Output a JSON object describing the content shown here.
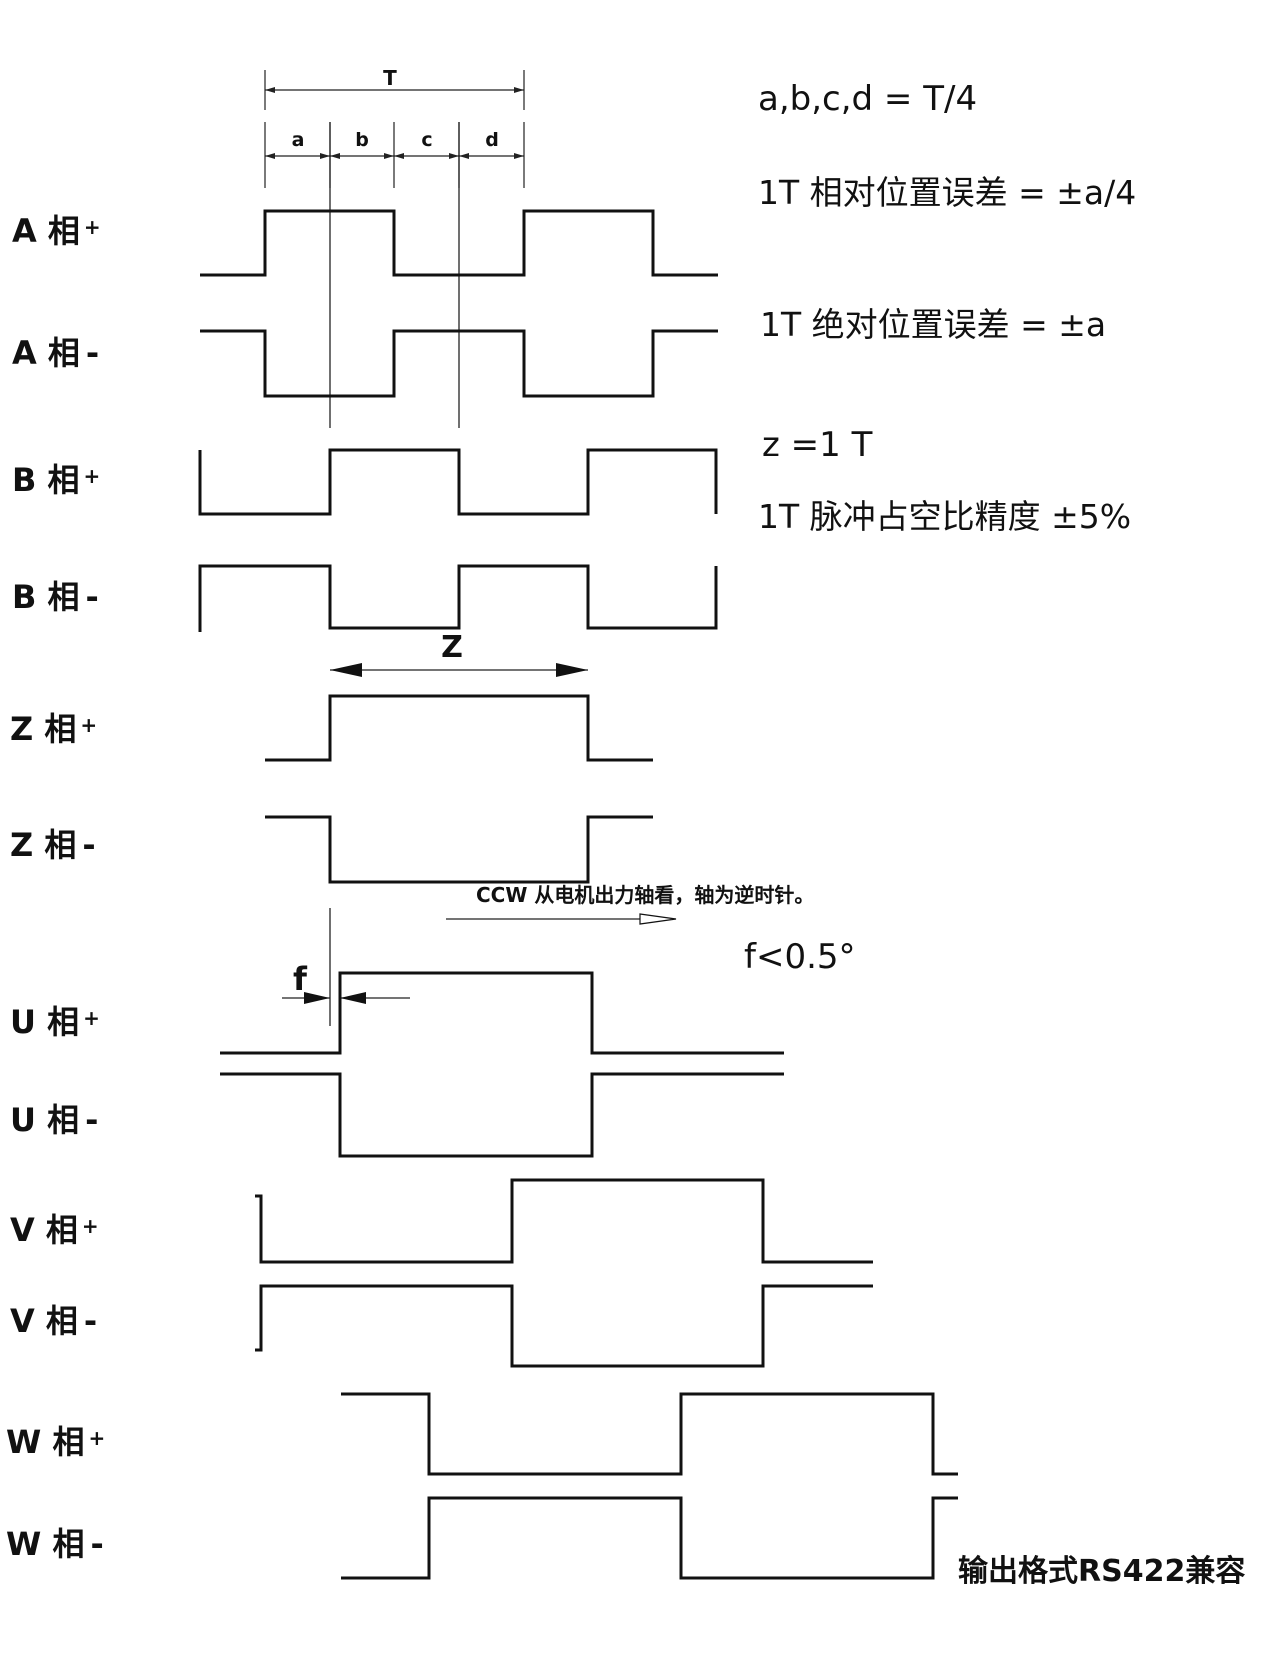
{
  "signals": [
    {
      "label": "A 相",
      "sign": "+"
    },
    {
      "label": "A 相",
      "sign": "-"
    },
    {
      "label": "B 相",
      "sign": "+"
    },
    {
      "label": "B 相",
      "sign": "-"
    },
    {
      "label": "Z 相",
      "sign": "+"
    },
    {
      "label": "Z 相",
      "sign": "-"
    },
    {
      "label": "U 相",
      "sign": "+"
    },
    {
      "label": "U 相",
      "sign": "-"
    },
    {
      "label": "V 相",
      "sign": "+"
    },
    {
      "label": "V 相",
      "sign": "-"
    },
    {
      "label": "W 相",
      "sign": "+"
    },
    {
      "label": "W 相",
      "sign": "-"
    }
  ],
  "dimensions": {
    "period": "T",
    "quarters": [
      "a",
      "b",
      "c",
      "d"
    ],
    "z_width": "Z",
    "f_offset": "f"
  },
  "notes": {
    "quarter_eq": "a,b,c,d = T/4",
    "relative_error": "1T 相对位置误差 = ±a/4",
    "absolute_error": "1T 绝对位置误差 = ±a",
    "z_eq": "z =1 T",
    "duty_cycle": "1T 脉冲占空比精度  ±5%",
    "ccw": "CCW 从电机出力轴看，轴为逆时针。",
    "f_limit": "f<0.5°",
    "output_format": "输出格式RS422兼容"
  }
}
